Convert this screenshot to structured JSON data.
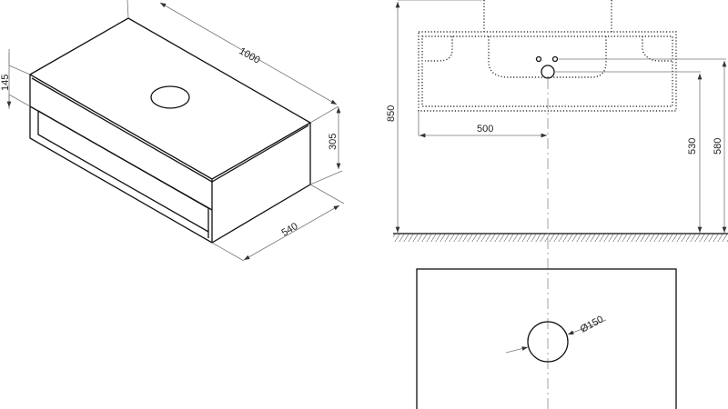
{
  "isometric_view": {
    "width_label": "1000",
    "height_label": "305",
    "depth_label": "540",
    "drawer_label": "145"
  },
  "front_view": {
    "total_height_label": "850",
    "drain_offset_label": "500",
    "drain_height_label": "530",
    "tap_height_label": "580"
  },
  "top_view": {
    "hole_diameter_label": "Ø150"
  }
}
